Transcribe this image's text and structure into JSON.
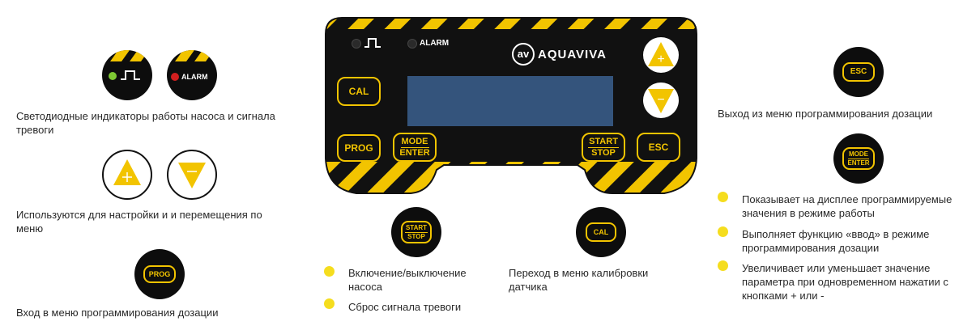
{
  "panel": {
    "indicator_alarm": "ALARM",
    "brand": "AQUAVIVA",
    "brand_mark": "av",
    "keys": {
      "cal": "CAL",
      "prog": "PROG",
      "mode": "MODE",
      "enter": "ENTER",
      "start": "START",
      "stop": "STOP",
      "esc": "ESC",
      "plus": "+",
      "minus": "−"
    },
    "colors": {
      "panel": "#111111",
      "accent": "#f2c400",
      "display": "#34547c",
      "led_green": "#7ec933",
      "led_red": "#d21f1f"
    }
  },
  "left": {
    "alarm_label": "ALARM",
    "prog_label": "PROG",
    "caption_indicators": "Светодиодные индикаторы работы насоса и сигнала тревоги",
    "caption_arrows": "Используются для настройки и и перемещения по меню",
    "caption_prog": "Вход в меню программирования дозации"
  },
  "center": {
    "start_label": "START",
    "stop_label": "STOP",
    "bullets": [
      "Включение/выключение насоса",
      "Сброс сигнала тревоги"
    ],
    "cal_label": "CAL",
    "caption_cal": "Переход в меню калибровки датчика"
  },
  "right": {
    "esc_label": "ESC",
    "caption_esc": "Выход из меню программирования дозации",
    "mode_label": "MODE",
    "enter_label": "ENTER",
    "bullets": [
      "Показывает на дисплее программируемые значения в режиме работы",
      "Выполняет функцию «ввод» в режиме программирования дозации",
      "Увеличивает или уменьшает значение параметра при одновременном нажатии с кнопками + или -"
    ]
  }
}
